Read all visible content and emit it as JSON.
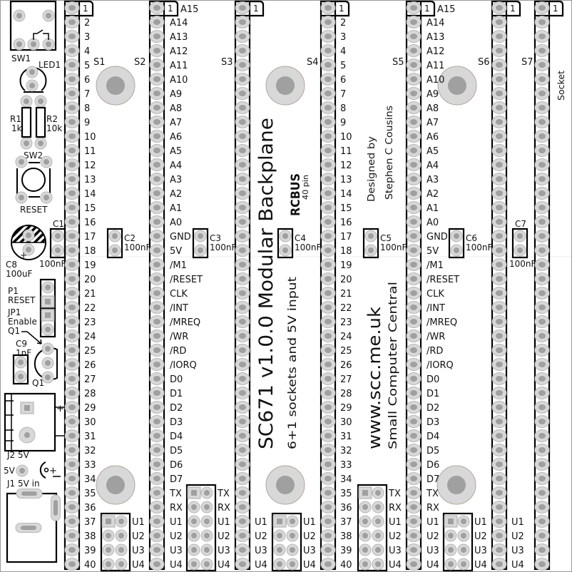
{
  "board": {
    "title": "SC671 v1.0.0  Modular Backplane",
    "subtitle": "6+1 sockets and 5V input",
    "bus_logo": "RCBUS",
    "bus_pins": "40 pin",
    "designed_by": "Designed by",
    "designer": "Stephen C Cousins",
    "url": "www.scc.me.uk",
    "org": "Small Computer Central",
    "socket_note": "Socket"
  },
  "pin1_marker": "1",
  "sockets": [
    {
      "ref": "S1",
      "labels": "numbers"
    },
    {
      "ref": "S2",
      "labels": "signals"
    },
    {
      "ref": "S3",
      "labels": "none"
    },
    {
      "ref": "S4",
      "labels": "numbers"
    },
    {
      "ref": "S5",
      "labels": "signals"
    },
    {
      "ref": "S6",
      "labels": "none"
    },
    {
      "ref": "S7",
      "labels": "none"
    }
  ],
  "pin_numbers": [
    "1",
    "2",
    "3",
    "4",
    "5",
    "6",
    "7",
    "8",
    "9",
    "10",
    "11",
    "12",
    "13",
    "14",
    "15",
    "16",
    "17",
    "18",
    "19",
    "20",
    "21",
    "22",
    "23",
    "24",
    "25",
    "26",
    "27",
    "28",
    "29",
    "30",
    "31",
    "32",
    "33",
    "34",
    "35",
    "36",
    "37",
    "38",
    "39",
    "40"
  ],
  "signals": [
    "A15",
    "A14",
    "A13",
    "A12",
    "A11",
    "A10",
    "A9",
    "A8",
    "A7",
    "A6",
    "A5",
    "A4",
    "A3",
    "A2",
    "A1",
    "A0",
    "GND",
    "5V",
    "/M1",
    "/RESET",
    "CLK",
    "/INT",
    "/MREQ",
    "/WR",
    "/RD",
    "/IORQ",
    "D0",
    "D1",
    "D2",
    "D3",
    "D4",
    "D5",
    "D6",
    "D7",
    "TX",
    "RX",
    "U1",
    "U2",
    "U3",
    "U4"
  ],
  "user_labels": [
    "U1",
    "U2",
    "U3",
    "U4"
  ],
  "jumper_blocks": [
    {
      "labels": [
        "U1",
        "U2",
        "U3",
        "U4"
      ]
    },
    {
      "labels": [
        "TX",
        "RX",
        "U1",
        "U2",
        "U3",
        "U4"
      ]
    },
    {
      "labels": [
        "U1",
        "U2",
        "U3",
        "U4"
      ]
    },
    {
      "labels": [
        "TX",
        "RX",
        "U1",
        "U2",
        "U3",
        "U4"
      ]
    },
    {
      "labels": [
        "U1",
        "U2",
        "U3",
        "U4"
      ]
    }
  ],
  "capacitors": [
    {
      "ref": "C1",
      "value": "100nF"
    },
    {
      "ref": "C2",
      "value": "100nF"
    },
    {
      "ref": "C3",
      "value": "100nF"
    },
    {
      "ref": "C4",
      "value": "100nF"
    },
    {
      "ref": "C5",
      "value": "100nF"
    },
    {
      "ref": "C6",
      "value": "100nF"
    },
    {
      "ref": "C7",
      "value": "100nF"
    }
  ],
  "components": {
    "sw1": "SW1",
    "led1": "LED1",
    "r1": "R1",
    "r1_value": "1k",
    "r2": "R2",
    "r2_value": "10k",
    "sw2": "SW2",
    "sw2_label": "RESET",
    "c8": "C8",
    "c8_value": "100uF",
    "c8_plus": "+",
    "p1": "P1",
    "p1_label": "RESET",
    "jp1": "JP1",
    "jp1_label": "Enable",
    "jp1_q1": "Q1",
    "c9": "C9",
    "c9_value": "1nF",
    "q1": "Q1",
    "j2_label": "J2 5V",
    "j2_plus": "+",
    "test_point": "5V",
    "j1_label": "J1  5V  in",
    "dc_plus": "+"
  }
}
